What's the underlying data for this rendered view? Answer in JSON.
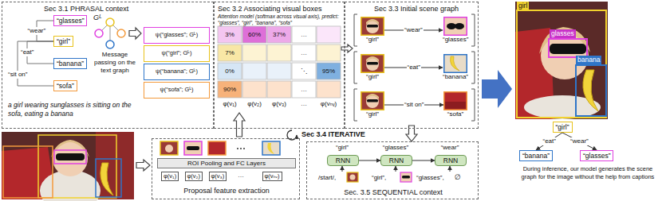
{
  "diagram": {
    "nodes": [
      {
        "text": [
          "Sec 3.1 PHRASAL context"
        ]
      },
      {
        "text": [
          "“glasses”"
        ],
        "in": 0
      },
      {
        "text": [
          "“girl”"
        ],
        "in": 0
      },
      {
        "text": [
          "“banana”"
        ],
        "in": 0
      },
      {
        "text": [
          "“sofa”"
        ],
        "in": 0
      },
      {
        "text": [
          "ψ(“glasses”; Gᴸ)"
        ],
        "in": 0
      },
      {
        "text": [
          "ψ(“girl”; Gᴸ)"
        ],
        "in": 0
      },
      {
        "text": [
          "ψ(“banana”; Gᴸ)"
        ],
        "in": 0
      },
      {
        "text": [
          "ψ(“sofa”; Gᴸ)"
        ],
        "in": 0
      },
      {
        "text": [
          "Sec 3.2 Associating visual boxes",
          "Attention model (softmax across visual axis), predict: “glasses”, “girl”, “banana”, “sofa”"
        ]
      },
      {
        "text": [
          "Sec 3.3 Initial scene graph"
        ]
      },
      {
        "text": [
          "“girl”"
        ],
        "in": 10
      },
      {
        "text": [
          "“glasses”"
        ],
        "in": 10
      },
      {
        "text": [
          "“girl”"
        ],
        "in": 10
      },
      {
        "text": [
          "“banana”"
        ],
        "in": 10
      },
      {
        "text": [
          "“girl”"
        ],
        "in": 10
      },
      {
        "text": [
          "“sofa”"
        ],
        "in": 10
      },
      {
        "text": [
          "Proposal feature extraction"
        ]
      },
      {
        "text": [
          "ROI Pooling and FC Layers"
        ],
        "in": 17
      },
      {
        "text": [
          "φ(v₁)"
        ],
        "in": 17
      },
      {
        "text": [
          "φ(v₂)"
        ],
        "in": 17
      },
      {
        "text": [
          "φ(v₃)"
        ],
        "in": 17
      },
      {
        "text": [
          "φ(vₙᵥ)"
        ],
        "in": 17
      },
      {
        "text": [
          "Sec. 3.5 SEQUENTIAL context"
        ]
      },
      {
        "text": [
          "RNN"
        ],
        "in": 23
      },
      {
        "text": [
          "RNN"
        ],
        "in": 23
      },
      {
        "text": [
          "RNN"
        ],
        "in": 23
      },
      {
        "text": [
          "“girl”"
        ]
      },
      {
        "text": [
          "“banana”"
        ]
      },
      {
        "text": [
          "“glasses”"
        ]
      }
    ],
    "edges": [
      {
        "from": 2,
        "to": 1,
        "label": "“wear”",
        "arrow": "none"
      },
      {
        "from": 2,
        "to": 3,
        "label": "“eat”",
        "arrow": "none"
      },
      {
        "from": 2,
        "to": 4,
        "label": "“sit on”",
        "arrow": "none"
      },
      {
        "from": 11,
        "to": 12,
        "label": "“wear”",
        "arrow": "to"
      },
      {
        "from": 13,
        "to": 14,
        "label": "“eat”",
        "arrow": "to"
      },
      {
        "from": 15,
        "to": 16,
        "label": "“sit on”",
        "arrow": "to"
      },
      {
        "from": 24,
        "to": 25,
        "arrow": "to"
      },
      {
        "from": 25,
        "to": 26,
        "arrow": "to"
      },
      {
        "from": 27,
        "to": 28,
        "label": "“eat”",
        "arrow": "to"
      },
      {
        "from": 27,
        "to": 29,
        "label": "“wear”",
        "arrow": "to"
      }
    ],
    "labels": [
      "Gᴸ",
      "Message passing on the text graph",
      "a girl wearing sunglasses is sitting on the sofa, eating a banana",
      "3%",
      "60%",
      "37%",
      "…",
      "7%",
      "…",
      "0%",
      "⋱",
      "95%",
      "90%",
      "…",
      "φ(v₁)",
      "φ(v₂)",
      "φ(v₃)",
      "…",
      "φ(vₙᵥ)",
      "Sec 3.4 ITERATIVE",
      "…",
      "“girl”",
      "“glasses”",
      "“wear”",
      "/start/,",
      "“girl”,",
      "“glasses”,",
      "∅",
      "girl",
      "glasses",
      "banana",
      "During inference, our model generates the scene graph for the image without the help from captions"
    ]
  }
}
